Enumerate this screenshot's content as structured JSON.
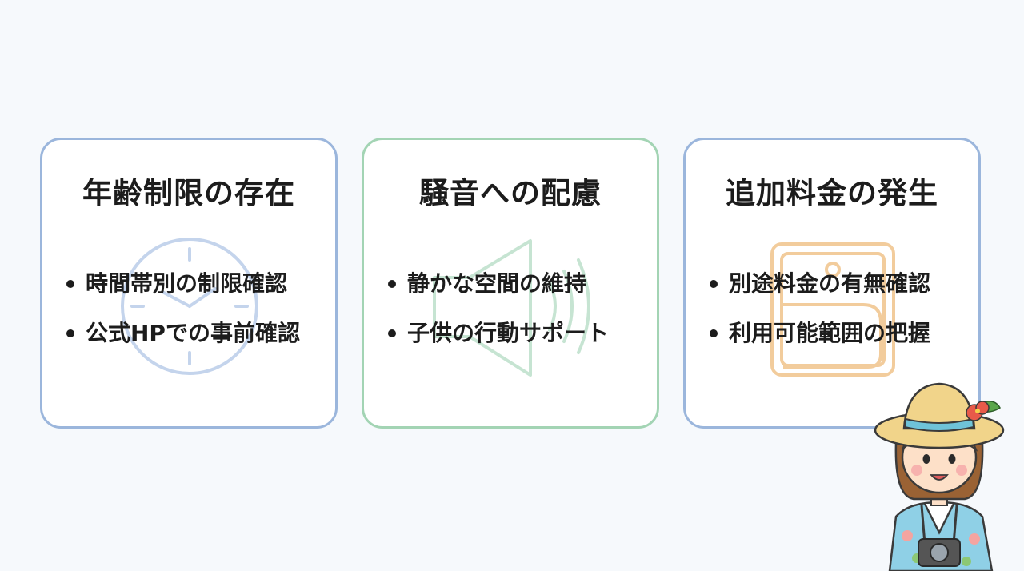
{
  "cards": [
    {
      "title": "年齢制限の存在",
      "icon": "clock-icon",
      "items": [
        "時間帯別の制限確認",
        "公式HPでの事前確認"
      ]
    },
    {
      "title": "騒音への配慮",
      "icon": "speaker-icon",
      "items": [
        "静かな空間の維持",
        "子供の行動サポート"
      ]
    },
    {
      "title": "追加料金の発生",
      "icon": "price-tag-icon",
      "items": [
        "別途料金の有無確認",
        "利用可能範囲の把握"
      ]
    }
  ],
  "colors": {
    "background": "#f6f9fc",
    "card_border_blue": "#9bb6dc",
    "card_border_green": "#a3d4b4",
    "icon_blue": "#c4d4ec",
    "icon_green": "#c6e4d2",
    "icon_orange": "#f2cc9c"
  },
  "mascot": {
    "icon": "tourist-girl-illustration"
  }
}
